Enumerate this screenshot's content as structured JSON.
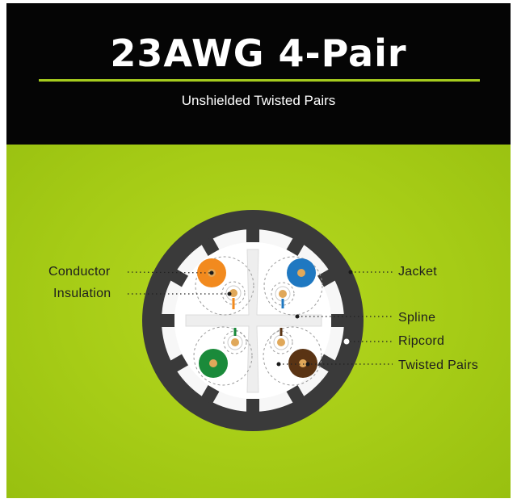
{
  "header": {
    "title": "23AWG 4-Pair",
    "subtitle": "Unshielded Twisted Pairs"
  },
  "labels": {
    "conductor": "Conductor",
    "insulation": "Insulation",
    "jacket": "Jacket",
    "spline": "Spline",
    "ripcord": "Ripcord",
    "twisted_pairs": "Twisted Pairs"
  },
  "colors": {
    "header_bg": "#050505",
    "accent_green": "#a6cc1e",
    "jacket": "#3a3a3a",
    "pair_orange": "#f28a1e",
    "pair_blue": "#1f78c1",
    "pair_green": "#1a8a3a",
    "pair_brown": "#5a3414",
    "conductor_copper": "#e0a85a"
  }
}
